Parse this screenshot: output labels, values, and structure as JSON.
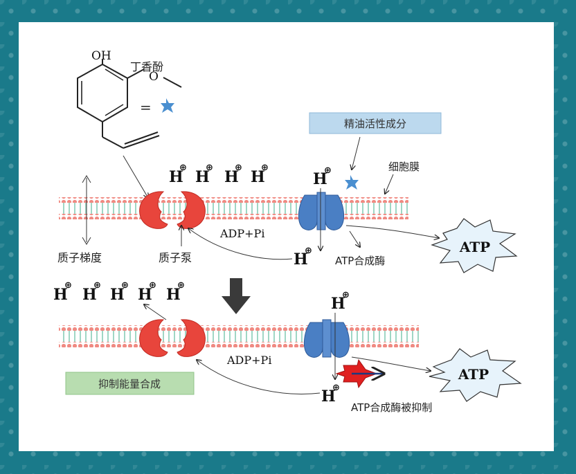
{
  "colors": {
    "background": "#1a7a8a",
    "membrane_head": "#f08a82",
    "membrane_tail": "#9fd6c4",
    "pump": "#e8453c",
    "synthase": "#4a7fc4",
    "star": "#4a8fd0",
    "inhibit_cross": "#e02020",
    "essential_box": "#bcd9ee",
    "inhibit_box": "#b8ddb0"
  },
  "molecule": {
    "oh": "OH",
    "name": "丁香酚",
    "methoxy": "O",
    "equals": "="
  },
  "top": {
    "essential_oil_label": "精油活性成分",
    "membrane_label": "细胞膜",
    "gradient_label": "质子梯度",
    "pump_label": "质子泵",
    "adp_label": "ADP+Pi",
    "synthase_label": "ATP合成酶",
    "atp_label": "ATP",
    "proton_letter": "H",
    "proton_sign": "⊕"
  },
  "bottom": {
    "inhibit_label": "抑制能量合成",
    "adp_label": "ADP+Pi",
    "synthase_inhibited_label": "ATP合成酶被抑制",
    "atp_label": "ATP",
    "proton_letter": "H",
    "proton_sign": "⊕"
  }
}
